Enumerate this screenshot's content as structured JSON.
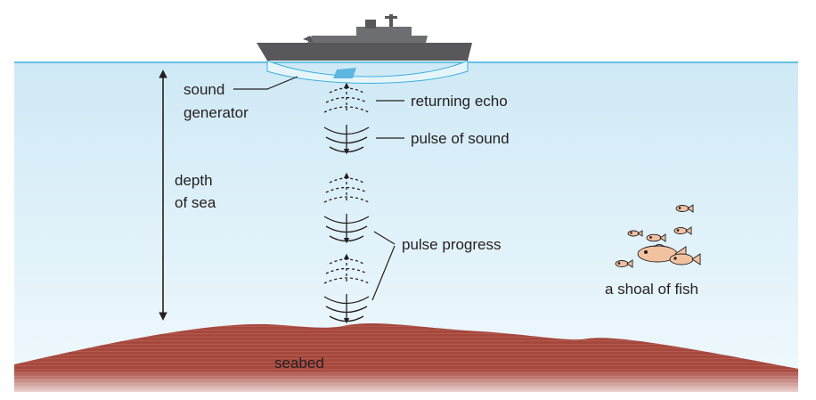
{
  "labels": {
    "sound_generator": [
      "sound",
      "generator"
    ],
    "returning_echo": "returning echo",
    "pulse_of_sound": "pulse of sound",
    "depth_of_sea": [
      "depth",
      "of sea"
    ],
    "pulse_progress": "pulse progress",
    "shoal_of_fish": "a shoal of fish",
    "seabed": "seabed"
  },
  "colors": {
    "sea_top": "#cfe9f6",
    "sea_bottom": "#eef8fc",
    "waterline": "#3db0de",
    "seabed": "#a5483e",
    "seabed_stripe": "#b65a4f",
    "ship_hull": "#58585a",
    "ship_superstructure": "#6d6e71",
    "fish": "#f2c2a0",
    "text": "#231f20"
  },
  "icons": [
    "ship-icon",
    "fish-icon",
    "double-arrow-icon"
  ]
}
